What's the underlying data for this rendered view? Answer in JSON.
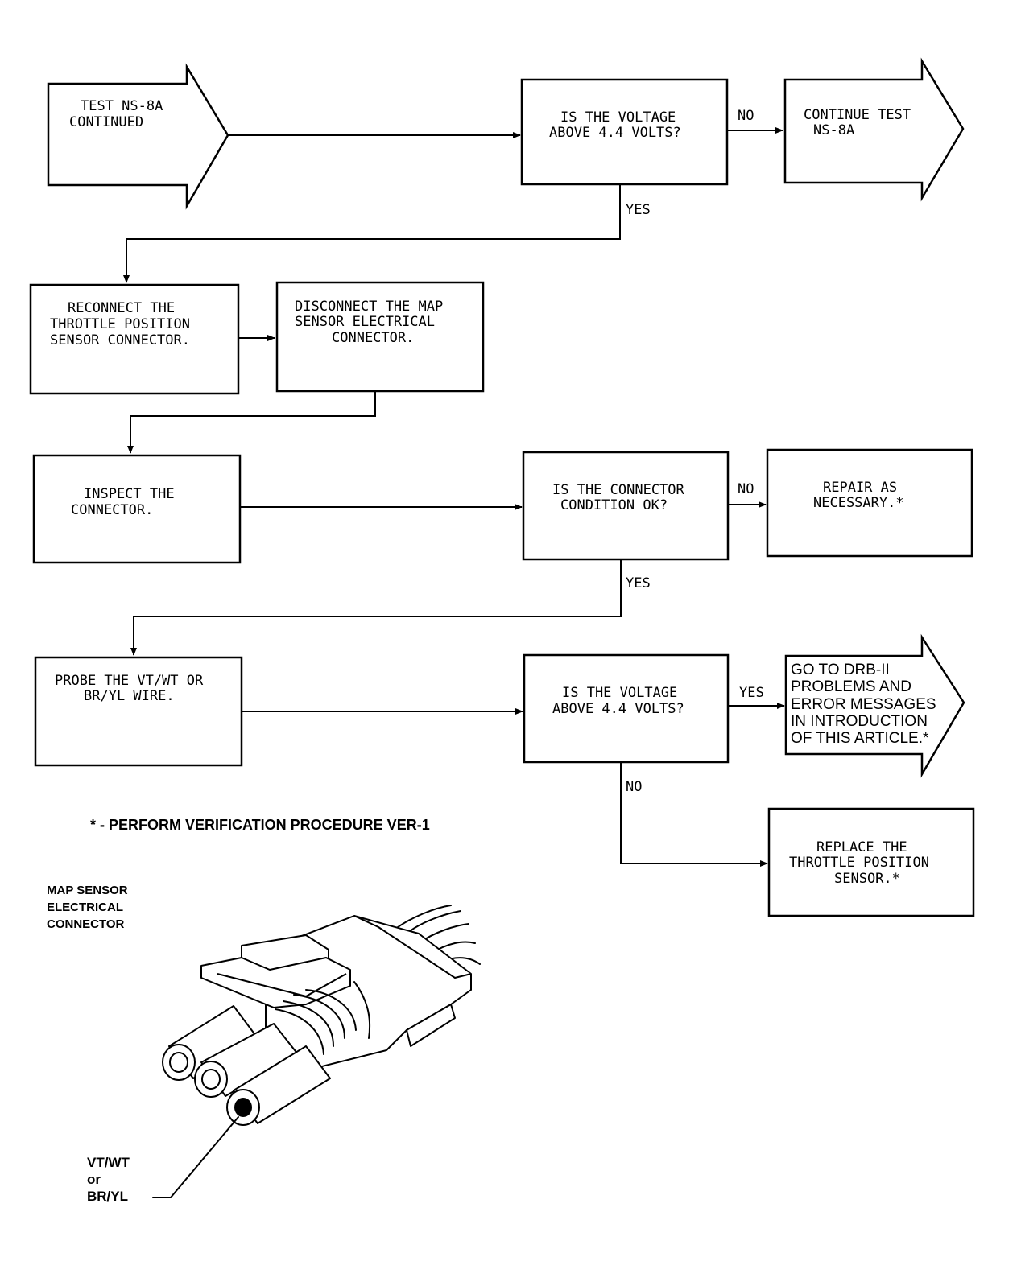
{
  "nodes": {
    "test_ns8a_continued": [
      "TEST NS-8A",
      "CONTINUED"
    ],
    "voltage_check_1": [
      "IS THE VOLTAGE",
      "ABOVE 4.4 VOLTS?"
    ],
    "continue_test": [
      "CONTINUE TEST",
      "NS-8A"
    ],
    "reconnect_tps": [
      "RECONNECT THE",
      "THROTTLE POSITION",
      "SENSOR CONNECTOR."
    ],
    "disconnect_map": [
      "DISCONNECT THE MAP",
      "SENSOR ELECTRICAL",
      "CONNECTOR."
    ],
    "inspect_connector": [
      "INSPECT THE",
      "CONNECTOR."
    ],
    "connector_ok": [
      "IS THE CONNECTOR",
      "CONDITION OK?"
    ],
    "repair": [
      "REPAIR AS",
      "NECESSARY.*"
    ],
    "probe_wire": [
      "PROBE THE VT/WT OR",
      "BR/YL WIRE."
    ],
    "voltage_check_2": [
      "IS THE VOLTAGE",
      "ABOVE 4.4 VOLTS?"
    ],
    "goto_drb": [
      "GO TO DRB-II",
      "PROBLEMS AND",
      "ERROR MESSAGES",
      "IN INTRODUCTION",
      "OF THIS ARTICLE.*"
    ],
    "replace_tps": [
      "REPLACE THE",
      "THROTTLE POSITION",
      "SENSOR.*"
    ]
  },
  "edge_labels": {
    "no_1": "NO",
    "yes_1": "YES",
    "no_2": "NO",
    "yes_2": "YES",
    "yes_3": "YES",
    "no_3": "NO"
  },
  "footnote": "* - PERFORM VERIFICATION PROCEDURE VER-1",
  "illustration": {
    "title": [
      "MAP SENSOR",
      "ELECTRICAL",
      "CONNECTOR"
    ],
    "wire_label": [
      "VT/WT",
      "or",
      "BR/YL"
    ]
  }
}
